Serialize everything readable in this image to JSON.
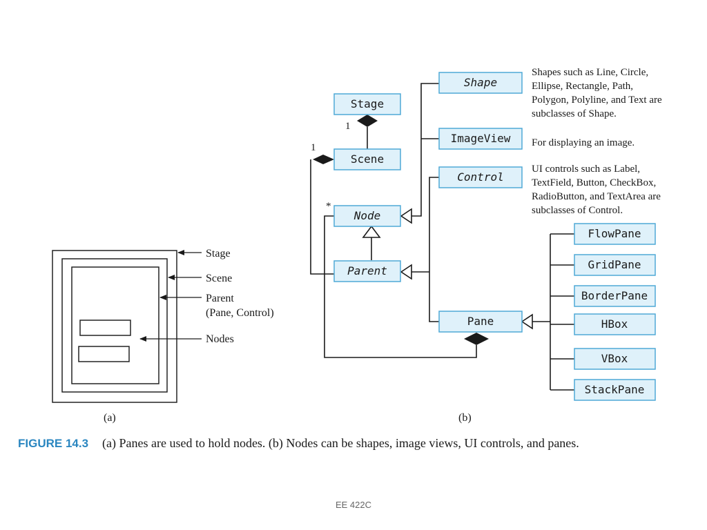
{
  "part_a": {
    "labels": {
      "stage": "Stage",
      "scene": "Scene",
      "parent": "Parent",
      "parent_sub": "(Pane, Control)",
      "nodes": "Nodes"
    },
    "caption": "(a)"
  },
  "part_b": {
    "classes": {
      "stage": "Stage",
      "scene": "Scene",
      "node": "Node",
      "parent": "Parent",
      "shape": "Shape",
      "imageview": "ImageView",
      "control": "Control",
      "pane": "Pane",
      "flowpane": "FlowPane",
      "gridpane": "GridPane",
      "borderpane": "BorderPane",
      "hbox": "HBox",
      "vbox": "VBox",
      "stackpane": "StackPane"
    },
    "multiplicity": {
      "stage_scene": "1",
      "scene_parent": "1",
      "pane_nodes": "*"
    },
    "notes": {
      "shape": [
        "Shapes such as Line, Circle,",
        "Ellipse, Rectangle, Path,",
        "Polygon, Polyline, and Text are",
        "subclasses of Shape."
      ],
      "imageview": [
        "For displaying an image."
      ],
      "control": [
        "UI controls such as Label,",
        "TextField, Button, CheckBox,",
        "RadioButton, and TextArea are",
        "subclasses of Control."
      ]
    },
    "caption": "(b)"
  },
  "figure": {
    "label": "FIGURE 14.3",
    "caption": "(a) Panes are used to hold nodes. (b) Nodes can be shapes, image views, UI controls, and panes."
  },
  "footer": "EE 422C",
  "colors": {
    "box_fill": "#dff1fa",
    "box_border": "#4fa9d6",
    "line": "#1a1a1a",
    "figure_label": "#2a86c0"
  }
}
